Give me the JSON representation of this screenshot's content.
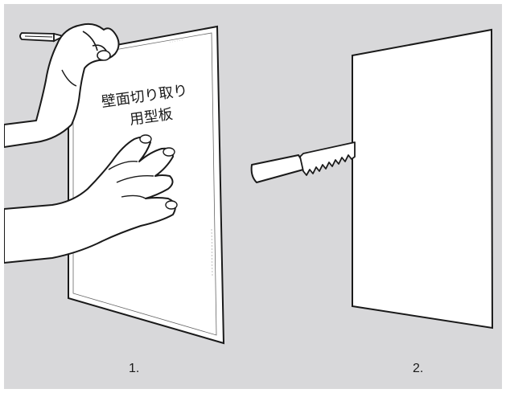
{
  "template": {
    "title_line1": "壁面切り取り",
    "title_line2": "用型板"
  },
  "steps": [
    {
      "label": "1."
    },
    {
      "label": "2."
    }
  ],
  "colors": {
    "background": "#d8d8da",
    "line": "#1a1a1a",
    "fill": "#ffffff"
  }
}
